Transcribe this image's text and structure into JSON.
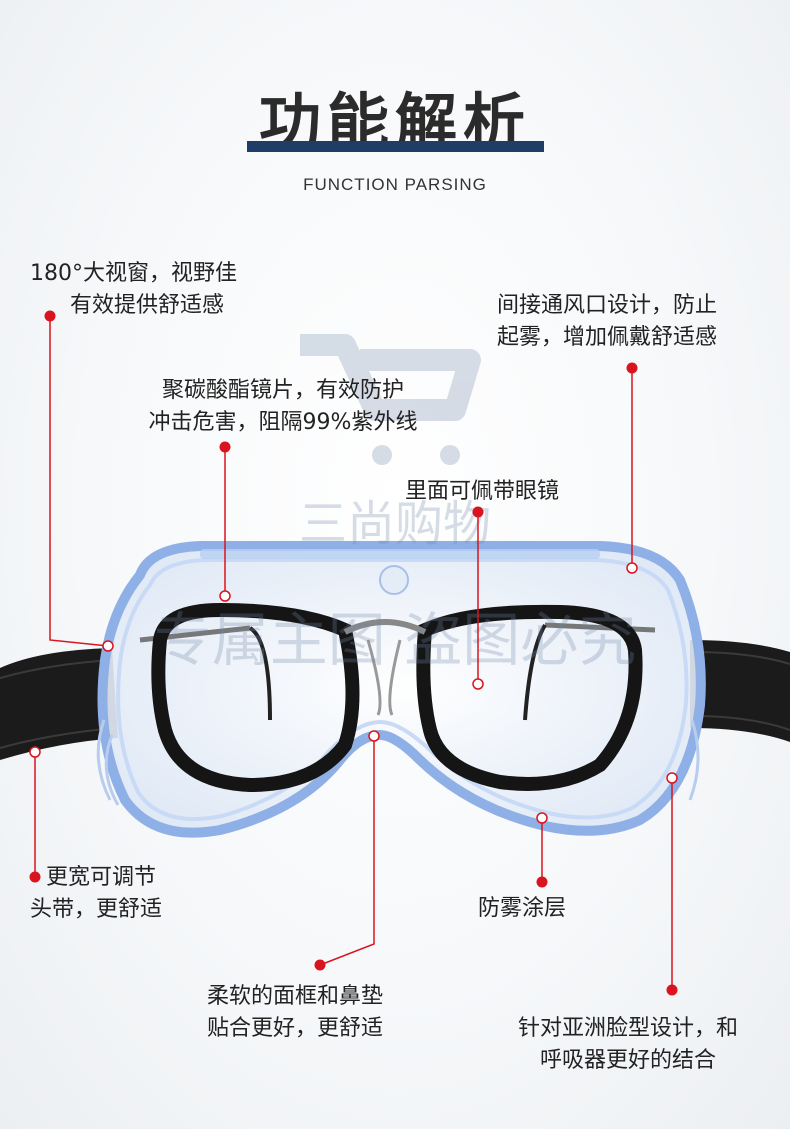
{
  "header": {
    "title": "功能解析",
    "subtitle": "FUNCTION PARSING"
  },
  "watermark": {
    "line1": "三尚购物",
    "line2": "专属主图 盗图必究"
  },
  "callouts": {
    "wide_view": {
      "line1": "180°大视窗，视野佳",
      "line2": "有效提供舒适感"
    },
    "ventilation": {
      "line1": "间接通风口设计，防止",
      "line2": "起雾，增加佩戴舒适感"
    },
    "lens": {
      "line1": "聚碳酸酯镜片，有效防护",
      "line2": "冲击危害，阻隔99%紫外线"
    },
    "glasses": {
      "line1": "里面可佩带眼镜"
    },
    "strap": {
      "line1": "更宽可调节",
      "line2": "头带，更舒适"
    },
    "antifog": {
      "line1": "防雾涂层"
    },
    "frame": {
      "line1": "柔软的面框和鼻垫",
      "line2": "贴合更好，更舒适"
    },
    "asian_fit": {
      "line1": "针对亚洲脸型设计，和",
      "line2": "呼吸器更好的结合"
    }
  },
  "colors": {
    "accent": "#1f3d66",
    "marker": "#d9141e",
    "goggle_blue": "#7fa6e0"
  }
}
